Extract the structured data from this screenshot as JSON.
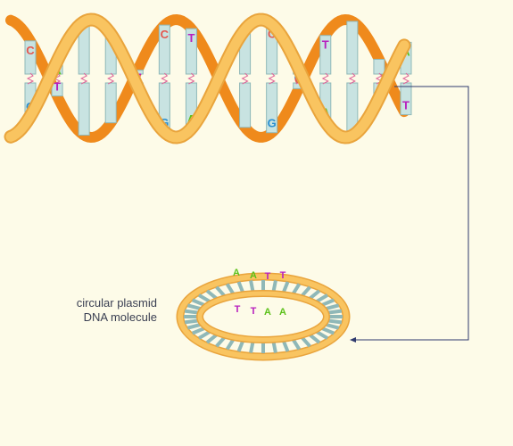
{
  "colors": {
    "background": "#fdfbe8",
    "backbone_front": "#f9c460",
    "backbone_back": "#ef8a1c",
    "base_fill": "#c8e3e1",
    "base_stroke": "#8fb8b8",
    "hydrogen_bond": "#e0669a",
    "connector": "#2e3a6e",
    "A": "#5cc11a",
    "T": "#b81fbe",
    "C": "#e4564e",
    "G": "#2a8fd0"
  },
  "helix_base_pairs": [
    {
      "top": "C",
      "bottom": "G"
    },
    {
      "top": "A",
      "bottom": "T"
    },
    {
      "top": "",
      "bottom": ""
    },
    {
      "top": "",
      "bottom": ""
    },
    {
      "top": "A",
      "bottom": "T"
    },
    {
      "top": "C",
      "bottom": "G"
    },
    {
      "top": "T",
      "bottom": "A"
    },
    {
      "top": "",
      "bottom": ""
    },
    {
      "top": "",
      "bottom": ""
    },
    {
      "top": "C",
      "bottom": "G"
    },
    {
      "top": "G",
      "bottom": "C"
    },
    {
      "top": "T",
      "bottom": "A"
    },
    {
      "top": "",
      "bottom": ""
    },
    {
      "top": "",
      "bottom": ""
    },
    {
      "top": "A",
      "bottom": "T"
    }
  ],
  "plasmid": {
    "outer_bases": [
      "A",
      "A",
      "T",
      "T"
    ],
    "inner_bases": [
      "T",
      "T",
      "A",
      "A"
    ]
  },
  "labels": {
    "plasmid_line1": "circular plasmid",
    "plasmid_line2": "DNA molecule"
  }
}
